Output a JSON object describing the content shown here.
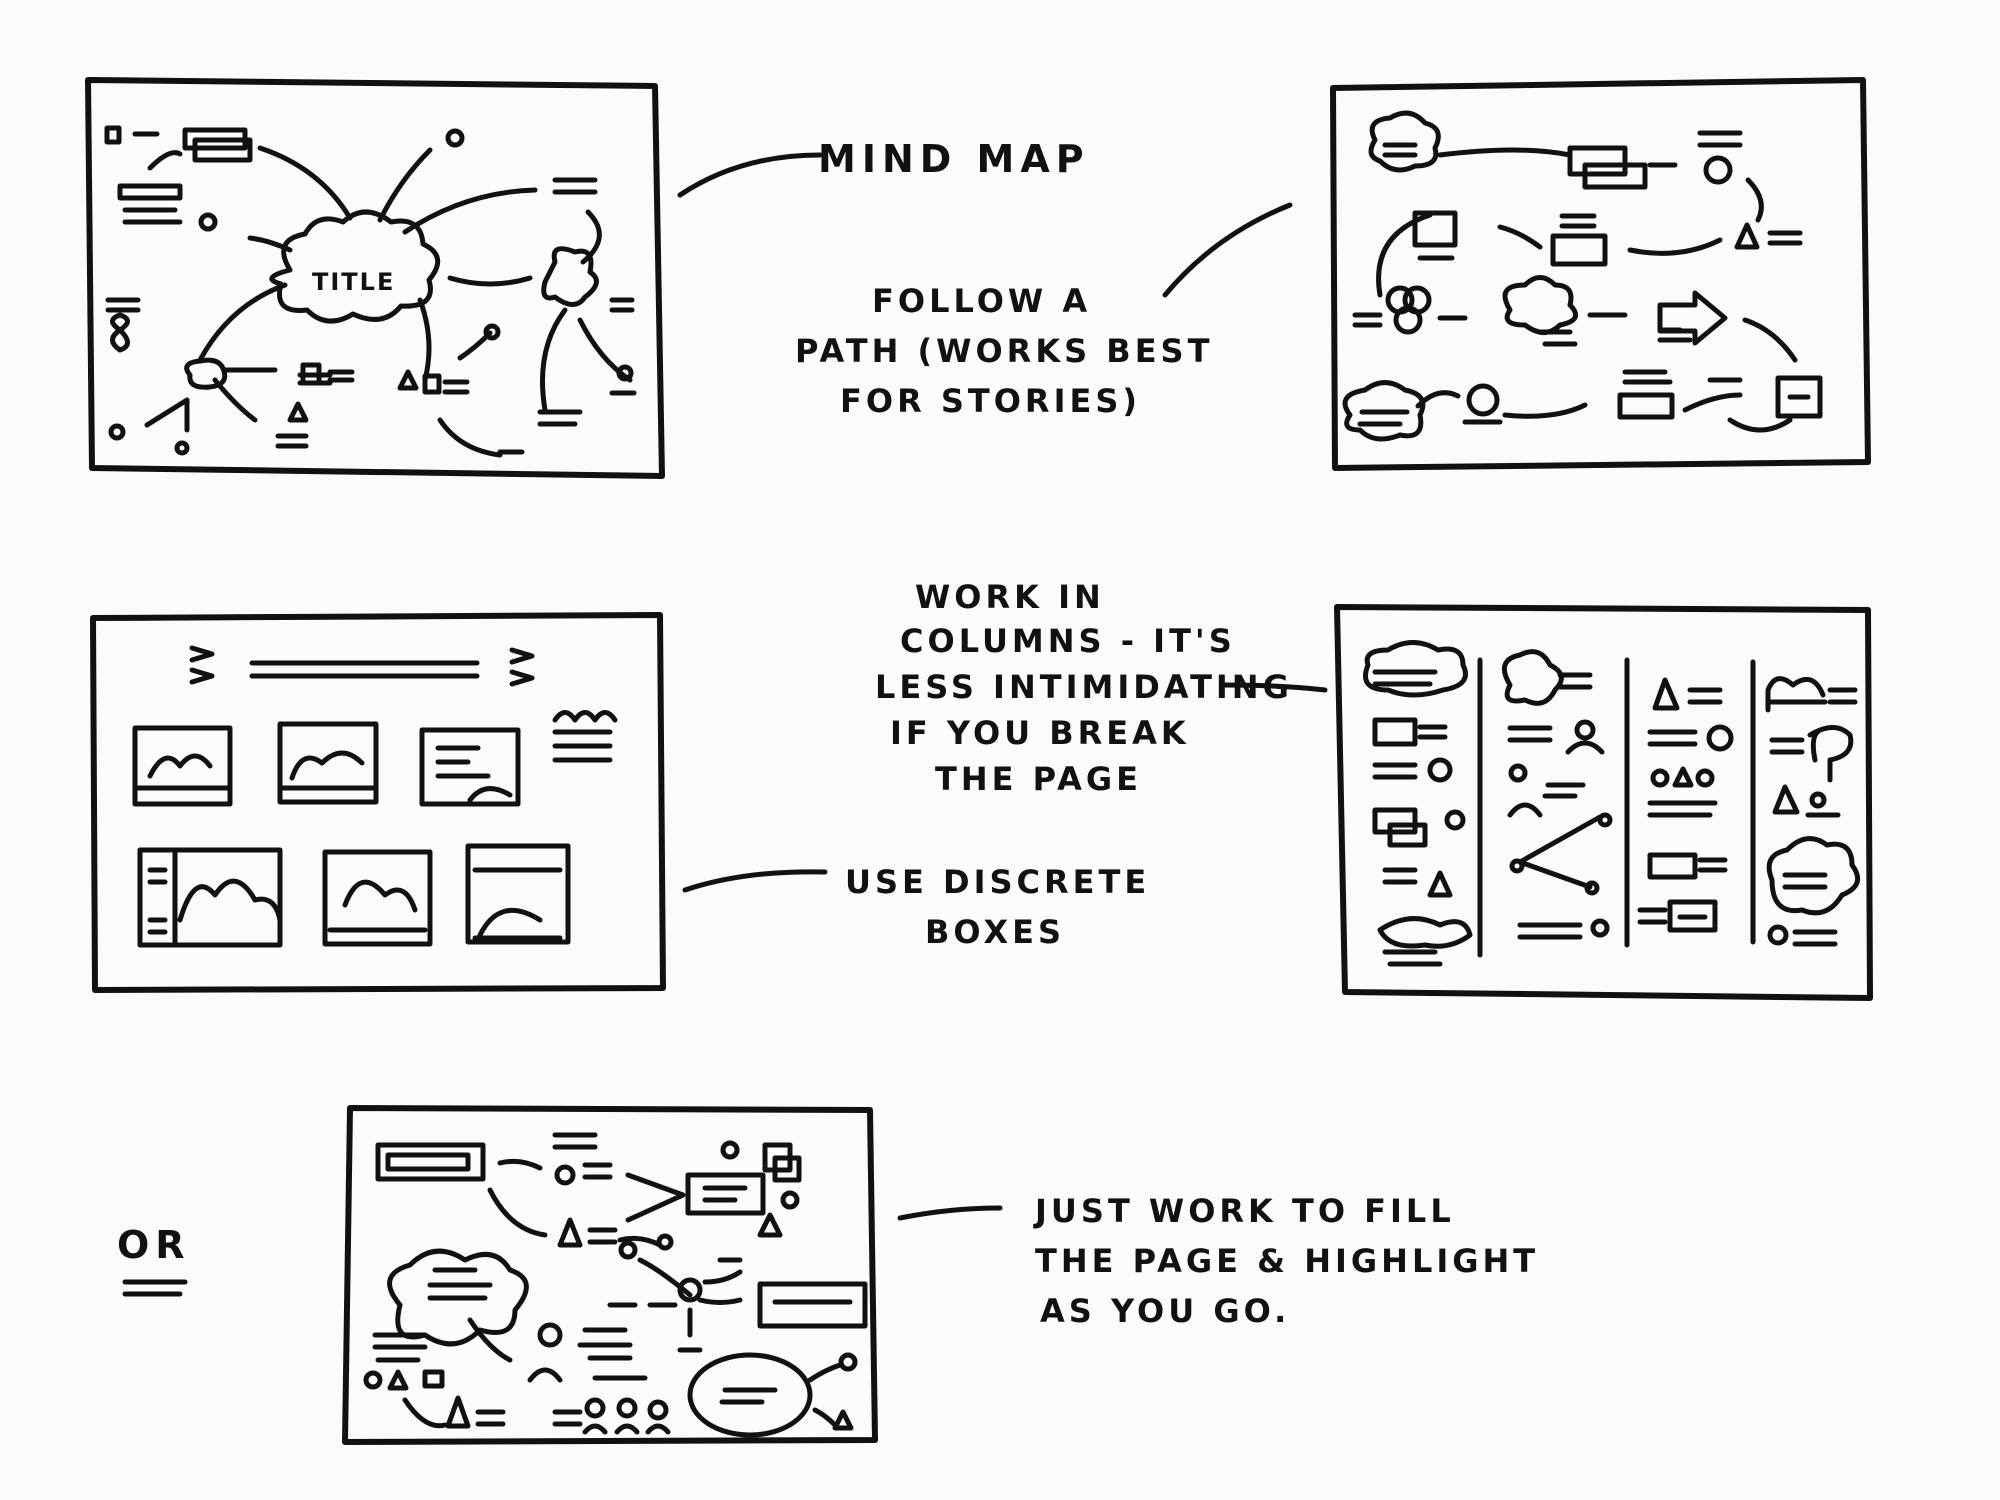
{
  "labels": {
    "mind_map": "MIND MAP",
    "follow_path": [
      "FOLLOW A",
      "PATH (WORKS BEST",
      "FOR STORIES)"
    ],
    "work_columns": [
      "WORK IN",
      "COLUMNS - IT'S",
      "LESS INTIMIDATING",
      "IF YOU BREAK",
      "THE PAGE"
    ],
    "discrete_boxes": [
      "USE DISCRETE",
      "BOXES"
    ],
    "or": "OR",
    "fill_page": [
      "JUST WORK TO FILL",
      "THE PAGE & HIGHLIGHT",
      "AS YOU GO."
    ],
    "mind_map_center": "TITLE"
  },
  "colors": {
    "ink": "#111111",
    "paper": "#fbfbf9"
  }
}
